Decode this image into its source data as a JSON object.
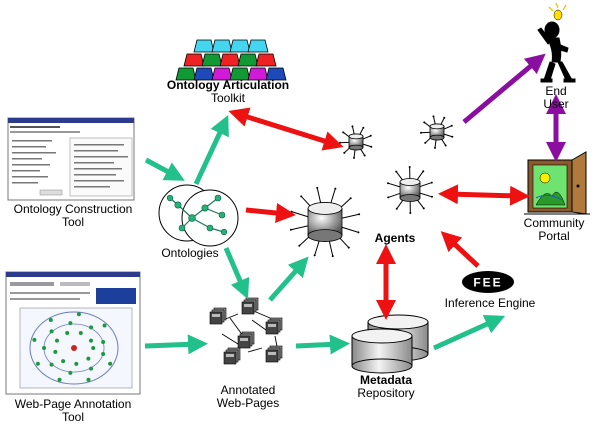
{
  "colors": {
    "green_arrow": "#22c08a",
    "red_arrow": "#ee1111",
    "purple_arrow": "#8a0fa0",
    "block_cyan": "#44d6ee",
    "block_red": "#ee2222",
    "block_green": "#119933",
    "block_blue": "#1d4ab8",
    "block_magenta": "#d01ad8"
  },
  "icons": {
    "toolkit": "stacked-blocks-icon",
    "agent": "spiky-agent-icon",
    "user": "stick-figure-icon",
    "portal": "door-portal-icon",
    "repository": "database-cylinders-icon",
    "ontologies": "ontology-graph-icon",
    "webpages": "document-network-icon",
    "inference": "inference-engine-logo-icon"
  },
  "labels": {
    "toolkit": [
      "Ontology Articulation",
      "Toolkit"
    ],
    "end_user": [
      "End",
      "User"
    ],
    "construction_tool": [
      "Ontology Construction",
      "Tool"
    ],
    "ontologies": "Ontologies",
    "agents": "Agents",
    "portal": [
      "Community",
      "Portal"
    ],
    "inference_engine": "Inference Engine",
    "inference_logo": "FEE",
    "annotation_tool": [
      "Web-Page Annotation",
      "Tool"
    ],
    "annotated_pages": [
      "Annotated",
      "Web-Pages"
    ],
    "repository": [
      "Metadata",
      "Repository"
    ]
  }
}
